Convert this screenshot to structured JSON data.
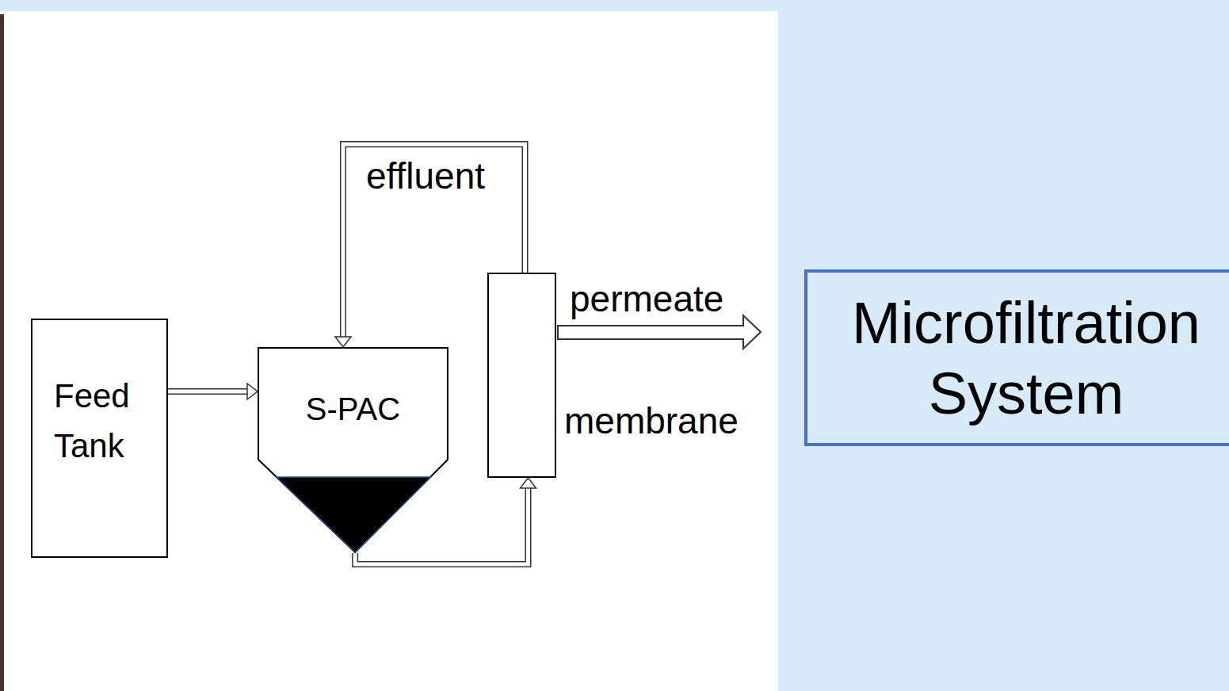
{
  "diagram": {
    "nodes": [
      {
        "text": [
          "Feed Tank"
        ]
      },
      {
        "text": [
          "S-PAC"
        ]
      },
      {
        "text": [
          "membrane"
        ]
      },
      {
        "text": [
          "Microfiltration System"
        ]
      }
    ],
    "edges": [
      {
        "from": 0,
        "to": 1,
        "arrow": "to"
      },
      {
        "from": 1,
        "to": 2,
        "arrow": "to"
      },
      {
        "from": 2,
        "to": 1,
        "label": "effluent",
        "arrow": "to"
      }
    ],
    "labels": [
      "permeate"
    ]
  }
}
